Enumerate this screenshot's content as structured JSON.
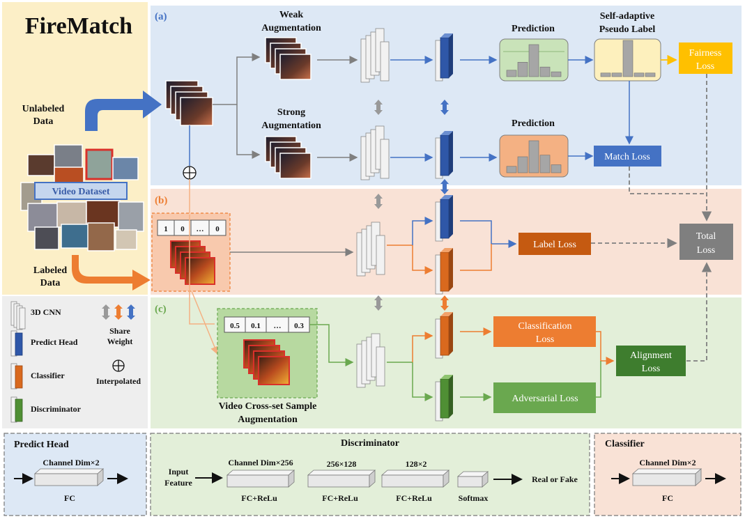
{
  "title": "FireMatch",
  "sections": {
    "a": "(a)",
    "b": "(b)",
    "c": "(c)"
  },
  "left": {
    "unlabeled": [
      "Unlabeled",
      "Data"
    ],
    "labeled": [
      "Labeled",
      "Data"
    ],
    "dataset": "Video Dataset"
  },
  "aug": {
    "weak": [
      "Weak",
      "Augmentation"
    ],
    "strong": [
      "Strong",
      "Augmentation"
    ],
    "cross": [
      "Video Cross-set Sample",
      "Augmentation"
    ]
  },
  "pred": {
    "top": "Prediction",
    "bottom": "Prediction",
    "pseudo": [
      "Self-adaptive",
      "Pseudo Label"
    ]
  },
  "losses": {
    "fairness": [
      "Fairness",
      "Loss"
    ],
    "match": "Match Loss",
    "label": "Label Loss",
    "total": [
      "Total",
      "Loss"
    ],
    "classification": [
      "Classification",
      "Loss"
    ],
    "adversarial": "Adversarial Loss",
    "alignment": [
      "Alignment",
      "Loss"
    ]
  },
  "vectors": {
    "onehot": [
      "1",
      "0",
      "…",
      "0"
    ],
    "soft": [
      "0.5",
      "0.1",
      "…",
      "0.3"
    ]
  },
  "legend": {
    "cnn": "3D CNN",
    "head": "Predict Head",
    "classifier": "Classifier",
    "discriminator": "Discriminator",
    "share": [
      "Share",
      "Weight"
    ],
    "interp": "Interpolated"
  },
  "bottom": {
    "ph": {
      "title": "Predict Head",
      "dim": "Channel Dim×2",
      "fc": "FC"
    },
    "disc": {
      "title": "Discriminator",
      "input": [
        "Input",
        "Feature"
      ],
      "dim1": "Channel Dim×256",
      "dim2": "256×128",
      "dim3": "128×2",
      "fc1": "FC+ReLu",
      "fc2": "FC+ReLu",
      "fc3": "FC+ReLu",
      "softmax": "Softmax",
      "out": "Real or Fake"
    },
    "cls": {
      "title": "Classifier",
      "dim": "Channel Dim×2",
      "fc": "FC"
    }
  },
  "colors": {
    "blue_panel": "#dde8f5",
    "orange_panel": "#f9e2d6",
    "green_panel": "#e3efd9",
    "yellow_panel": "#fcefc7",
    "gray_panel": "#eeeeee",
    "blue": "#4472c4",
    "orange": "#ed7d31",
    "green": "#6aa84f",
    "yellow": "#ffc000",
    "gray": "#7f7f7f",
    "label_loss": "#c55a11",
    "alignment": "#3e7d2e"
  },
  "histograms": {
    "prediction_top": [
      0.2,
      0.45,
      1.0,
      0.3,
      0.15
    ],
    "pseudo_label": [
      0.1,
      0.1,
      1.0,
      0.1,
      0.1
    ],
    "prediction_bottom": [
      0.2,
      0.5,
      1.0,
      0.55,
      0.25
    ]
  }
}
